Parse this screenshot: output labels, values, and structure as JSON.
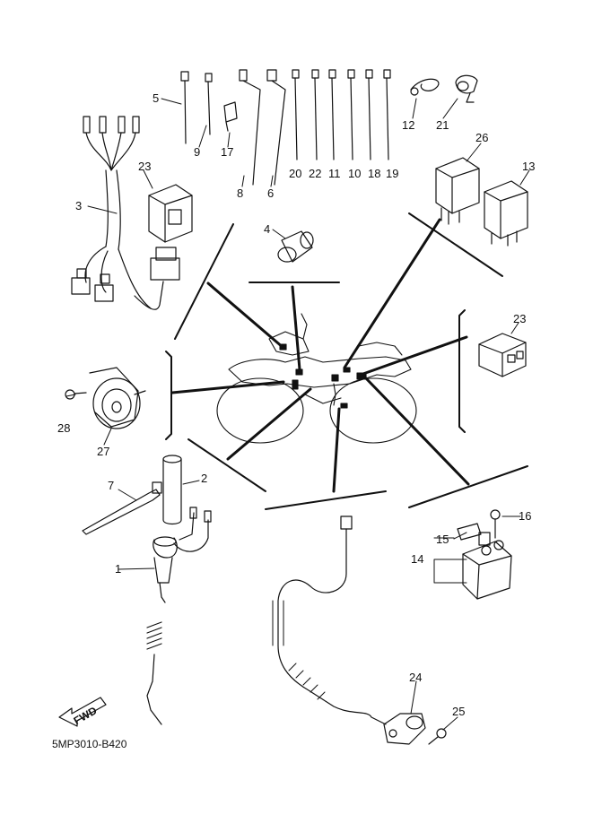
{
  "diagram": {
    "part_code": "5MP3010-B420",
    "fwd_label": "FWD",
    "callouts": [
      "1",
      "2",
      "3",
      "4",
      "5",
      "6",
      "7",
      "8",
      "9",
      "10",
      "11",
      "12",
      "13",
      "14",
      "15",
      "16",
      "17",
      "18",
      "19",
      "20",
      "21",
      "22",
      "23",
      "23",
      "24",
      "25",
      "26",
      "27",
      "28"
    ]
  }
}
